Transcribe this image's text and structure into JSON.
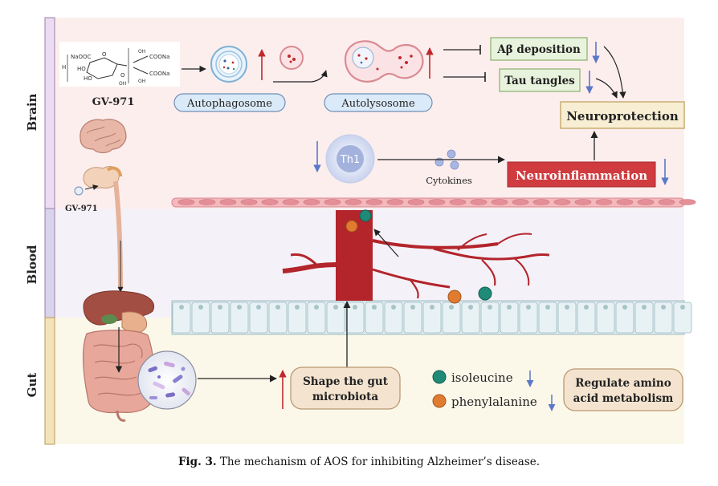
{
  "regions": {
    "brain": "Brain",
    "blood": "Blood",
    "gut": "Gut"
  },
  "drug": {
    "name": "GV-971",
    "small_label": "GV-971",
    "structure_text": {
      "naooc": "NaOOC",
      "ho1": "HO",
      "ho2": "HO",
      "h": "H",
      "o1": "O",
      "o2": "O",
      "oh1": "OH",
      "oh2": "OH",
      "oh3": "OH",
      "coona1": "COONa",
      "coona2": "COONa"
    }
  },
  "labels": {
    "autophagosome": "Autophagosome",
    "autolysosome": "Autolysosome",
    "abeta": "Aβ deposition",
    "tau": "Tau tangles",
    "neuroprotection": "Neuroprotection",
    "th1": "Th1",
    "cytokines": "Cytokines",
    "neuroinflammation": "Neuroinflammation",
    "shape_gut_line1": "Shape the gut",
    "shape_gut_line2": "microbiota",
    "isoleucine": "isoleucine",
    "phenylalanine": "phenylalanine",
    "regulate_line1": "Regulate amino",
    "regulate_line2": "acid metabolism"
  },
  "caption": {
    "prefix": "Fig. 3.",
    "text": "The mechanism of AOS for inhibiting Alzheimer’s disease."
  },
  "colors": {
    "brain_bg": "#fdeeee",
    "blood_bg": "#f4f1f8",
    "gut_bg": "#fbf8ea",
    "bar_brain": "#ecdcf3",
    "bar_blood": "#d9d3ec",
    "bar_gut": "#f3e3b8",
    "bar_edge": "#9a7fa6",
    "up_arrow": "#c0282d",
    "down_arrow": "#5a78c8",
    "neuroinflammation": "#cf3b3f",
    "isoleucine_dot": "#1f8a78",
    "phenylalanine_dot": "#e07b30",
    "vessel": "#b3242b"
  }
}
